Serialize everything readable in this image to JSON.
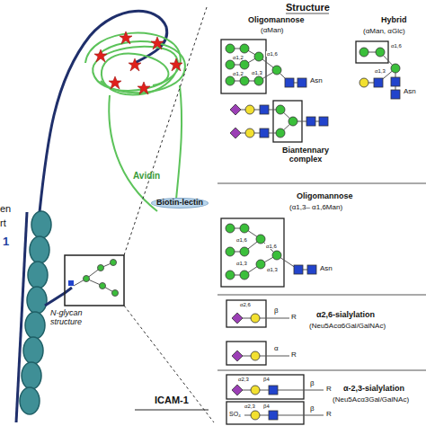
{
  "diagram": {
    "title": "Structure",
    "nodes": [
      {
        "text": [
          "Biotin-lectin"
        ]
      }
    ],
    "labels": [
      "en",
      "rt",
      "1",
      "Avidin",
      "N-glycan structure",
      "ICAM-1",
      "Oligomannose",
      "(αMan)",
      "Hybrid",
      "(αMan, αGlc)",
      "α1,6",
      "α1,2",
      "α1,2",
      "α1,3",
      "Asn",
      "α1,6",
      "α1,3",
      "Asn",
      "Biantennary complex",
      "Oligomannose",
      "(α1,3– α1,6Man)",
      "α1,6",
      "α1,6",
      "α1,3",
      "α1,3",
      "Asn",
      "α2,6-sialylation",
      "(Neu5Acα6Gal/GalNAc)",
      "α2,6",
      "β",
      "R",
      "α",
      "R",
      "α-2,3-sialylation",
      "(Neu5Acα3Gal/GalNAc)",
      "α2,3",
      "β4",
      "β",
      "R",
      "SO₄",
      "α2,3",
      "β4",
      "β",
      "R"
    ]
  }
}
